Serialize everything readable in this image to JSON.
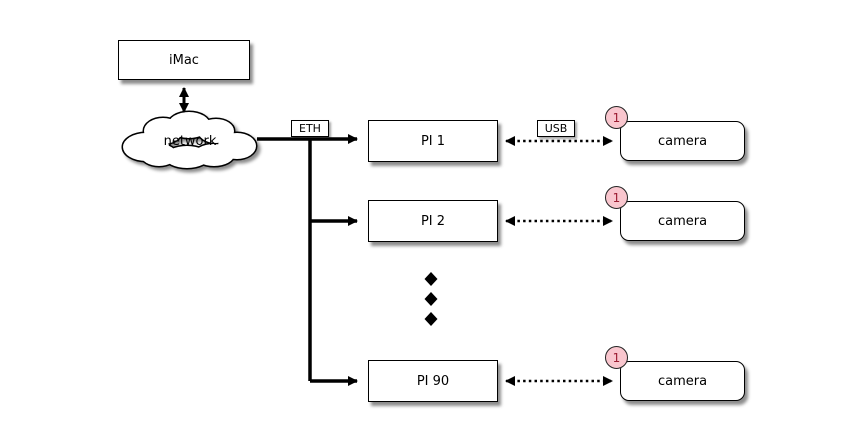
{
  "nodes": {
    "imac": {
      "label": "iMac"
    },
    "network": {
      "label": "network"
    },
    "pi1": {
      "label": "PI 1"
    },
    "pi2": {
      "label": "PI 2"
    },
    "pi90": {
      "label": "PI 90"
    },
    "camera1": {
      "label": "camera",
      "badge": "1"
    },
    "camera2": {
      "label": "camera",
      "badge": "1"
    },
    "camera90": {
      "label": "camera",
      "badge": "1"
    }
  },
  "edges": {
    "eth_label": "ETH",
    "usb_label": "USB"
  },
  "colors": {
    "line": "#000000",
    "node_fill": "#ffffff",
    "node_border": "#000000",
    "badge_fill": "#f9c6ce",
    "badge_text": "#9b1c31",
    "background": "#ffffff"
  }
}
